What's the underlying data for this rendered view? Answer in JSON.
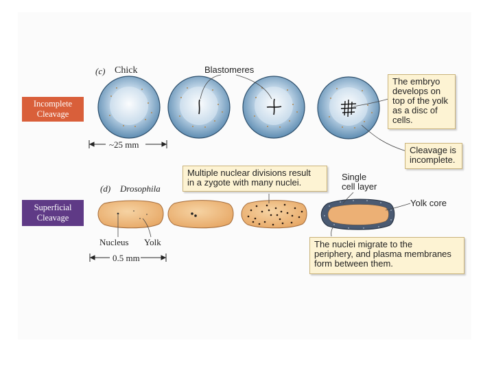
{
  "incomplete": {
    "label": "Incomplete\nCleavage",
    "panel_letter": "(c)",
    "organism": "Chick",
    "blastomeres_label": "Blastomeres",
    "callout_embryo": "The embryo\ndevelops on\ntop of the yolk\nas a disc of\ncells.",
    "callout_cleavage": "Cleavage is\nincomplete.",
    "scale": "~25 mm"
  },
  "superficial": {
    "label": "Superficial\nCleavage",
    "panel_letter": "(d)",
    "organism": "Drosophila",
    "callout_nuclear": "Multiple nuclear divisions result\nin a zygote with many nuclei.",
    "single_layer": "Single\ncell layer",
    "yolk_core": "Yolk core",
    "nucleus": "Nucleus",
    "yolk": "Yolk",
    "scale": "0.5 mm",
    "callout_migrate": "The nuclei migrate to the\nperiphery, and plasma membranes\nform between them."
  },
  "colors": {
    "incomplete_box": "#d95f3a",
    "superficial_box": "#5f3a86",
    "callout_fill": "#fdf3d3",
    "egg_blue": "#5f8db2",
    "embryo_orange": "#f1bb7b"
  }
}
